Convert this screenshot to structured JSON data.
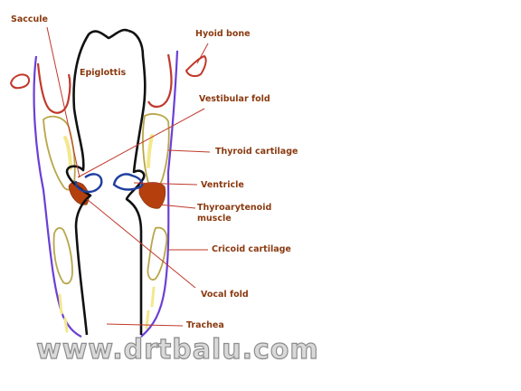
{
  "labels": {
    "saccule": "Saccule",
    "hyoid_bone": "Hyoid bone",
    "epiglottis": "Epiglottis",
    "vestibular_fold": "Vestibular fold",
    "thyroid_cartilage": "Thyroid cartilage",
    "ventricle": "Ventricle",
    "thyroarytenoid_line1": "Thyroarytenoid",
    "thyroarytenoid_line2": "muscle",
    "cricoid_cartilage": "Cricoid cartilage",
    "vocal_fold": "Vocal fold",
    "trachea": "Trachea"
  },
  "watermark": "www.drtbalu.com",
  "colors": {
    "label_text": "#8a3a10",
    "airway_outline": "#111111",
    "outer_wall": "#6a3fd6",
    "hyoid": "#c0392b",
    "ventricle_outline": "#1f3f9f",
    "muscle": "#b5400e",
    "cartilage": "#b8a64a",
    "leader_line": "#c0392b"
  }
}
